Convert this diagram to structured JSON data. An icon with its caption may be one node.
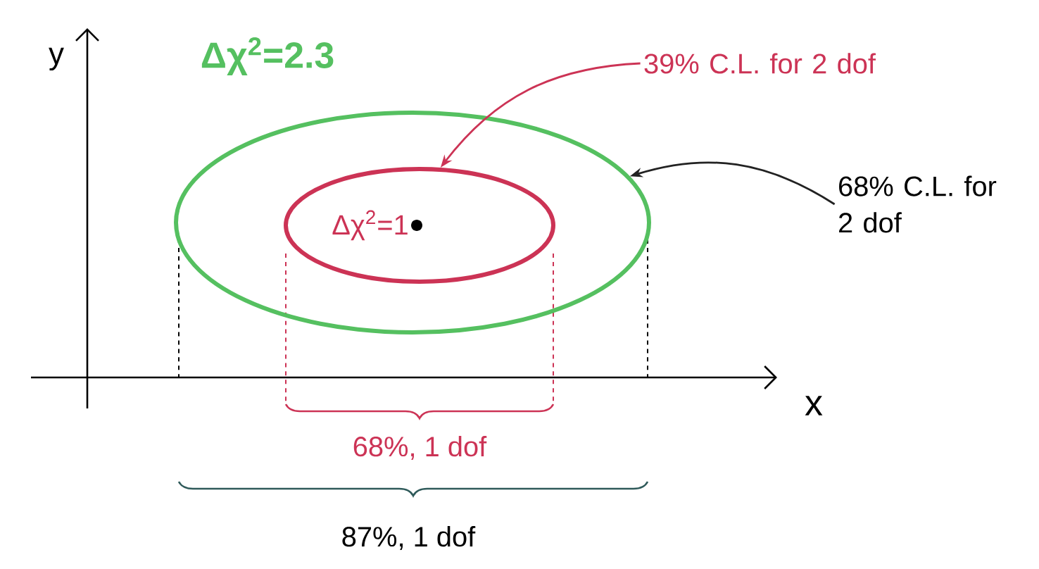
{
  "diagram": {
    "nodes": [
      {
        "text": [],
        "shape": "ellipse",
        "beside": [
          "Δχ$^{2}$=2.3"
        ]
      },
      {
        "text": [
          "Δχ$^{2}$=1"
        ],
        "in": 0
      },
      {
        "text": [
          "39% C.L. for 2 dof"
        ]
      },
      {
        "text": [
          "68% C.L. for 2 dof"
        ]
      }
    ],
    "edges": [
      {
        "from": 2,
        "to": 1,
        "arrow": "to",
        "color": "#cc3355"
      },
      {
        "from": 3,
        "to": 0,
        "arrow": "to",
        "color": "#222222"
      }
    ],
    "labels": [
      "y",
      "x",
      "68%, 1 dof",
      "87%, 1 dof"
    ]
  }
}
